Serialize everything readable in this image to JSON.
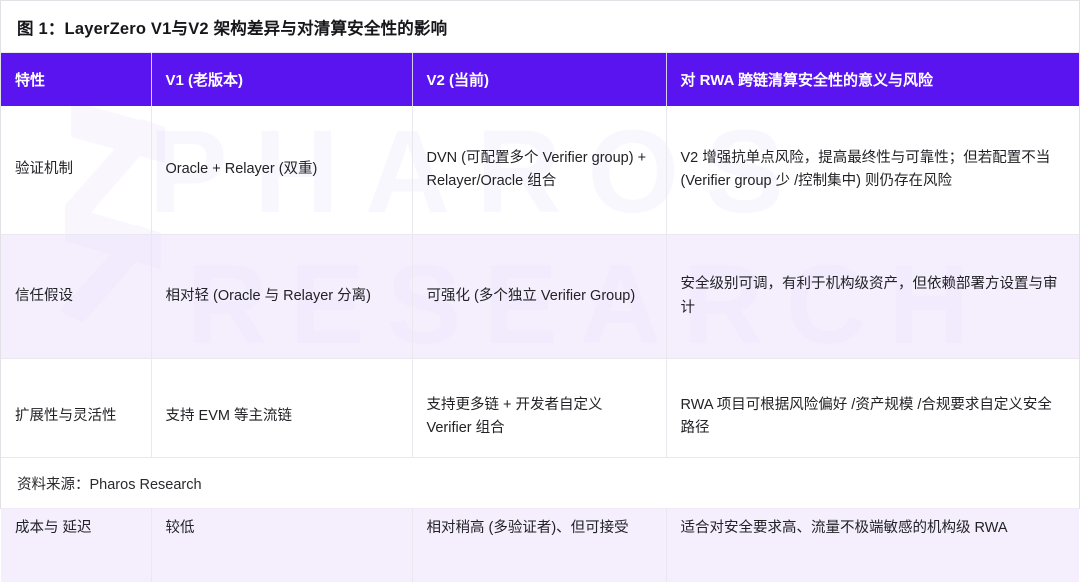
{
  "figure": {
    "title": "图 1：LayerZero V1与V2 架构差异与对清算安全性的影响",
    "source": "资料来源：Pharos Research",
    "watermark_line1": "PHAROS",
    "watermark_line2": "RESEARCH",
    "accent_color": "#5A14F0",
    "alt_row_color": "#F3ECFD"
  },
  "table": {
    "headers": [
      "特性",
      "V1 (老版本)",
      "V2 (当前)",
      "对 RWA 跨链清算安全性的意义与风险"
    ],
    "rows": [
      {
        "feature": "验证机制",
        "v1": "Oracle + Relayer (双重)",
        "v2": "DVN (可配置多个 Verifier group) + Relayer/Oracle 组合",
        "impact": "V2 增强抗单点风险，提高最终性与可靠性；但若配置不当 (Verifier group 少 /控制集中) 则仍存在风险"
      },
      {
        "feature": "信任假设",
        "v1": "相对轻 (Oracle 与 Relayer 分离)",
        "v2": "可强化 (多个独立 Verifier Group)",
        "impact": "安全级别可调，有利于机构级资产，但依赖部署方设置与审计"
      },
      {
        "feature": "扩展性与灵活性",
        "v1": "支持 EVM 等主流链",
        "v2": "支持更多链 + 开发者自定义 Verifier 组合",
        "impact": "RWA 项目可根据风险偏好 /资产规模 /合规要求自定义安全路径"
      },
      {
        "feature": "成本与 延迟",
        "v1": "较低",
        "v2": "相对稍高 (多验证者)、但可接受",
        "impact": "适合对安全要求高、流量不极端敏感的机构级 RWA"
      }
    ]
  }
}
